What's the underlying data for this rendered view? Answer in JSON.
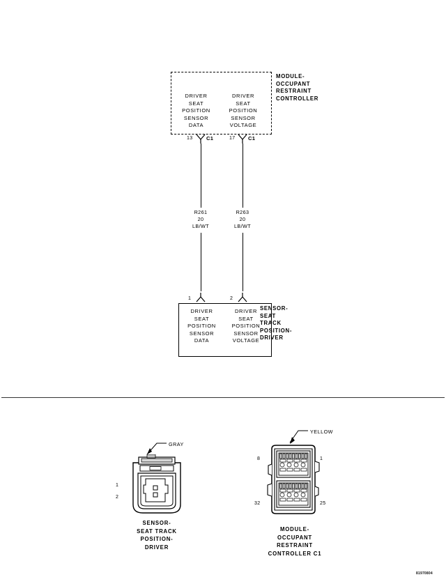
{
  "diagram": {
    "title_code": "81970804",
    "module": {
      "name": "MODULE-\nOCCUPANT\nRESTRAINT\nCONTROLLER",
      "terminals": [
        {
          "label": "DRIVER\nSEAT\nPOSITION\nSENSOR\nDATA",
          "pin": "13",
          "connector": "C1"
        },
        {
          "label": "DRIVER\nSEAT\nPOSITION\nSENSOR\nVOLTAGE",
          "pin": "17",
          "connector": "C1"
        }
      ]
    },
    "wires": [
      {
        "circuit": "R261",
        "gauge": "20",
        "color_code": "LB/WT"
      },
      {
        "circuit": "R263",
        "gauge": "20",
        "color_code": "LB/WT"
      }
    ],
    "sensor": {
      "name": "SENSOR-\nSEAT\nTRACK\nPOSITION-\nDRIVER",
      "terminals": [
        {
          "label": "DRIVER\nSEAT\nPOSITION\nSENSOR\nDATA",
          "pin": "1"
        },
        {
          "label": "DRIVER\nSEAT\nPOSITION\nSENSOR\nVOLTAGE",
          "pin": "2"
        }
      ]
    },
    "connector_views": [
      {
        "callout_color": "GRAY",
        "name": "SENSOR-\nSEAT TRACK\nPOSITION-\nDRIVER",
        "pin_labels": [
          "1",
          "2"
        ]
      },
      {
        "callout_color": "YELLOW",
        "name": "MODULE-\nOCCUPANT\nRESTRAINT\nCONTROLLER C1",
        "pin_labels": [
          "8",
          "1",
          "32",
          "25"
        ]
      }
    ]
  }
}
